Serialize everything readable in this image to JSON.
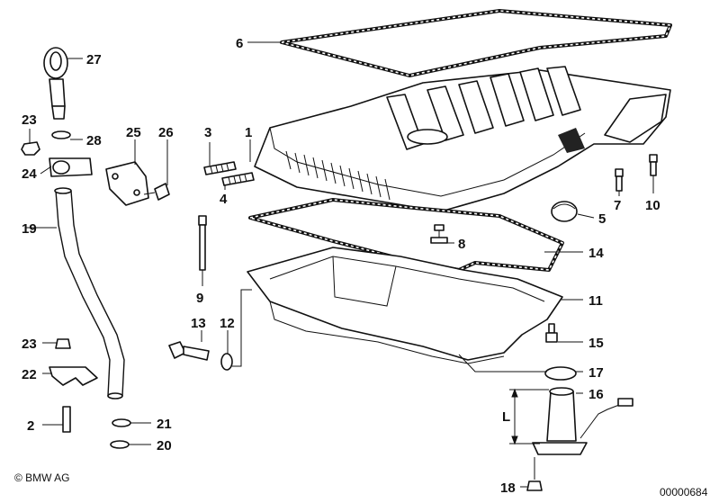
{
  "callouts": [
    {
      "id": "6",
      "label": "6"
    },
    {
      "id": "27",
      "label": "27"
    },
    {
      "id": "23a",
      "label": "23"
    },
    {
      "id": "28",
      "label": "28"
    },
    {
      "id": "25",
      "label": "25"
    },
    {
      "id": "26",
      "label": "26"
    },
    {
      "id": "3",
      "label": "3"
    },
    {
      "id": "1",
      "label": "1"
    },
    {
      "id": "24",
      "label": "24"
    },
    {
      "id": "4",
      "label": "4"
    },
    {
      "id": "7",
      "label": "7"
    },
    {
      "id": "10",
      "label": "10"
    },
    {
      "id": "5",
      "label": "5"
    },
    {
      "id": "19",
      "label": "19"
    },
    {
      "id": "8",
      "label": "8"
    },
    {
      "id": "14",
      "label": "14"
    },
    {
      "id": "9",
      "label": "9"
    },
    {
      "id": "11",
      "label": "11"
    },
    {
      "id": "13",
      "label": "13"
    },
    {
      "id": "12",
      "label": "12"
    },
    {
      "id": "15",
      "label": "15"
    },
    {
      "id": "23b",
      "label": "23"
    },
    {
      "id": "22",
      "label": "22"
    },
    {
      "id": "17",
      "label": "17"
    },
    {
      "id": "16",
      "label": "16"
    },
    {
      "id": "2",
      "label": "2"
    },
    {
      "id": "21",
      "label": "21"
    },
    {
      "id": "20",
      "label": "20"
    },
    {
      "id": "18",
      "label": "18"
    }
  ],
  "dimension_label": "L",
  "copyright": "© BMW AG",
  "diagram_number": "00000684"
}
